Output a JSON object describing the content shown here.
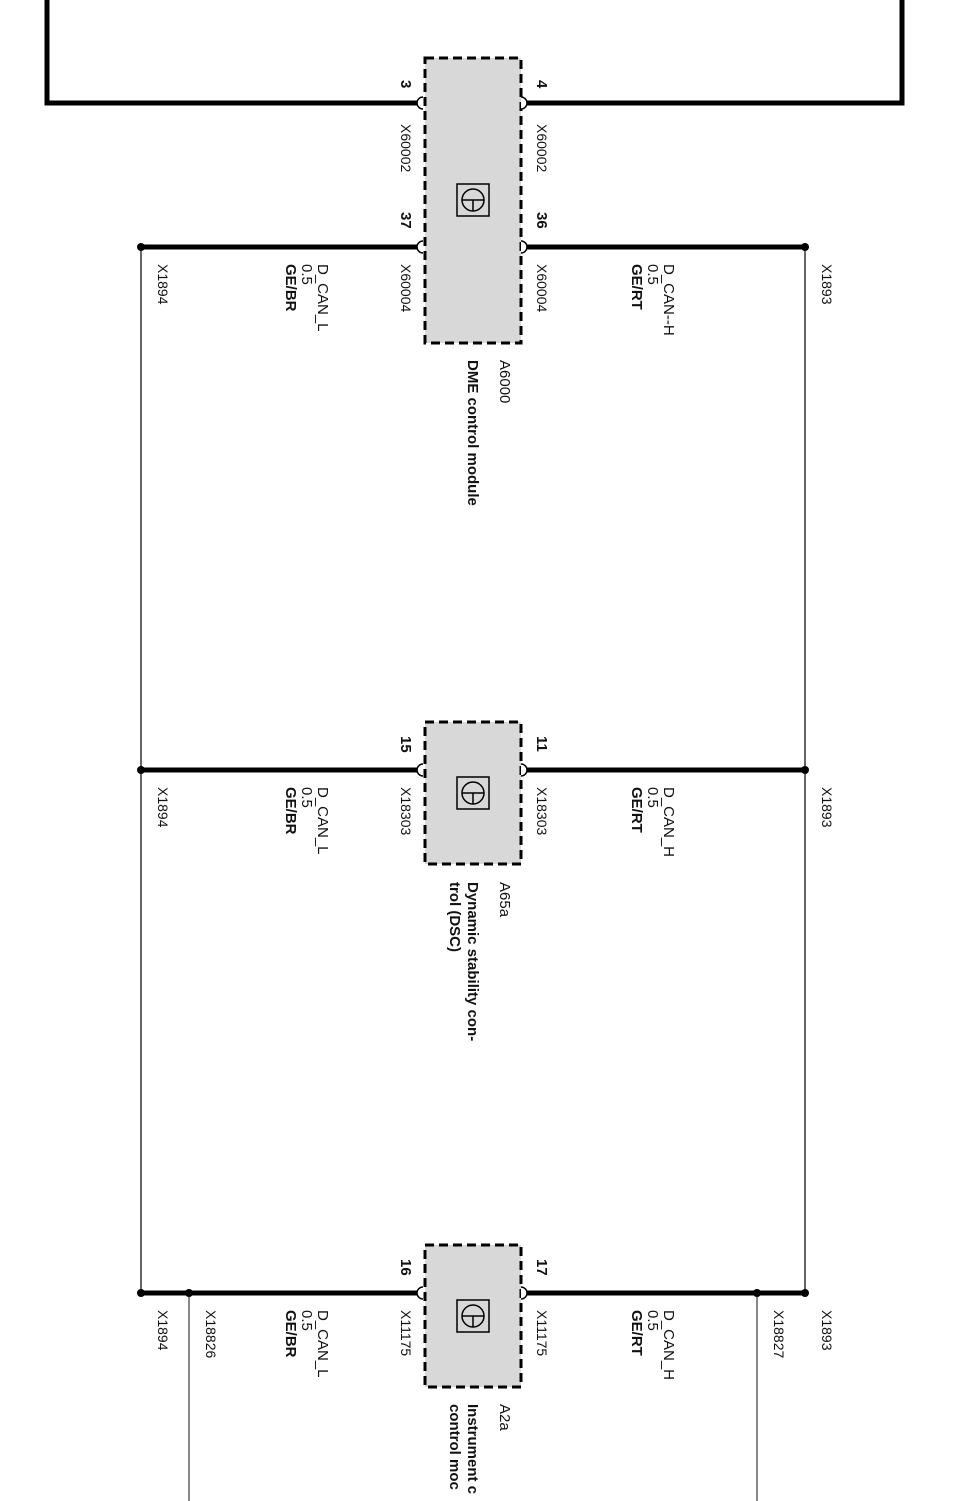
{
  "diagram": {
    "modules": [
      {
        "code": "A6000",
        "name_lines": [
          "DME control module"
        ],
        "top_pin_l": "3",
        "top_pin_r": "4",
        "top_conn_l": "X60002",
        "top_conn_r": "X60002",
        "pin_l": "37",
        "pin_r": "36",
        "conn_l": "X60004",
        "conn_r": "X60004"
      },
      {
        "code": "A65a",
        "name_lines": [
          "Dynamic stability con-",
          "trol (DSC)"
        ],
        "pin_l": "15",
        "pin_r": "11",
        "conn_l": "X18303",
        "conn_r": "X18303"
      },
      {
        "code": "A2a",
        "name_lines": [
          "Instrument c",
          "control moc"
        ],
        "pin_l": "16",
        "pin_r": "17",
        "conn_l": "X11175",
        "conn_r": "X11175"
      }
    ],
    "wires": {
      "low": {
        "name": "D_CAN_L",
        "size": "0.5",
        "color": "GE/BR"
      },
      "high_0": {
        "name": "D_CAN--H",
        "size": "0.5",
        "color": "GE/RT"
      },
      "high": {
        "name": "D_CAN_H",
        "size": "0.5",
        "color": "GE/RT"
      }
    },
    "splices": {
      "low": "X1894",
      "high": "X1893",
      "low_extra": "X18826",
      "high_extra": "X18827"
    }
  }
}
